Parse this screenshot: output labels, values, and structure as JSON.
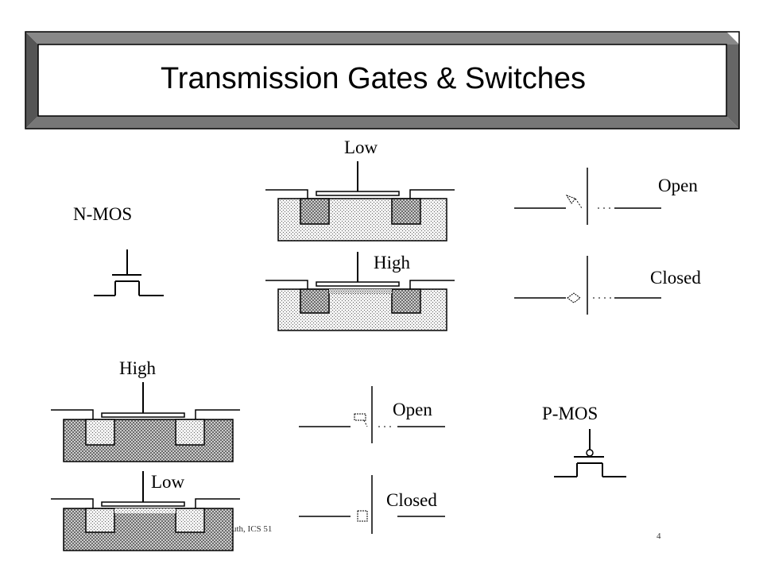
{
  "slide": {
    "title": "Transmission Gates & Switches",
    "page_number": "4",
    "footer_text": "uth, ICS 51"
  },
  "labels": {
    "nmos": "N-MOS",
    "pmos": "P-MOS",
    "nmos_gate_low": "Low",
    "nmos_gate_high": "High",
    "nmos_switch_open": "Open",
    "nmos_switch_closed": "Closed",
    "pmos_gate_high": "High",
    "pmos_gate_low": "Low",
    "pmos_switch_open": "Open",
    "pmos_switch_closed": "Closed"
  },
  "colors": {
    "frame_fill": "#ffffff",
    "frame_shadow": "#7f7f7f",
    "frame_stroke": "#000000",
    "substrate_light": "#d8d8d8",
    "substrate_dark": "#a8a8a8"
  }
}
